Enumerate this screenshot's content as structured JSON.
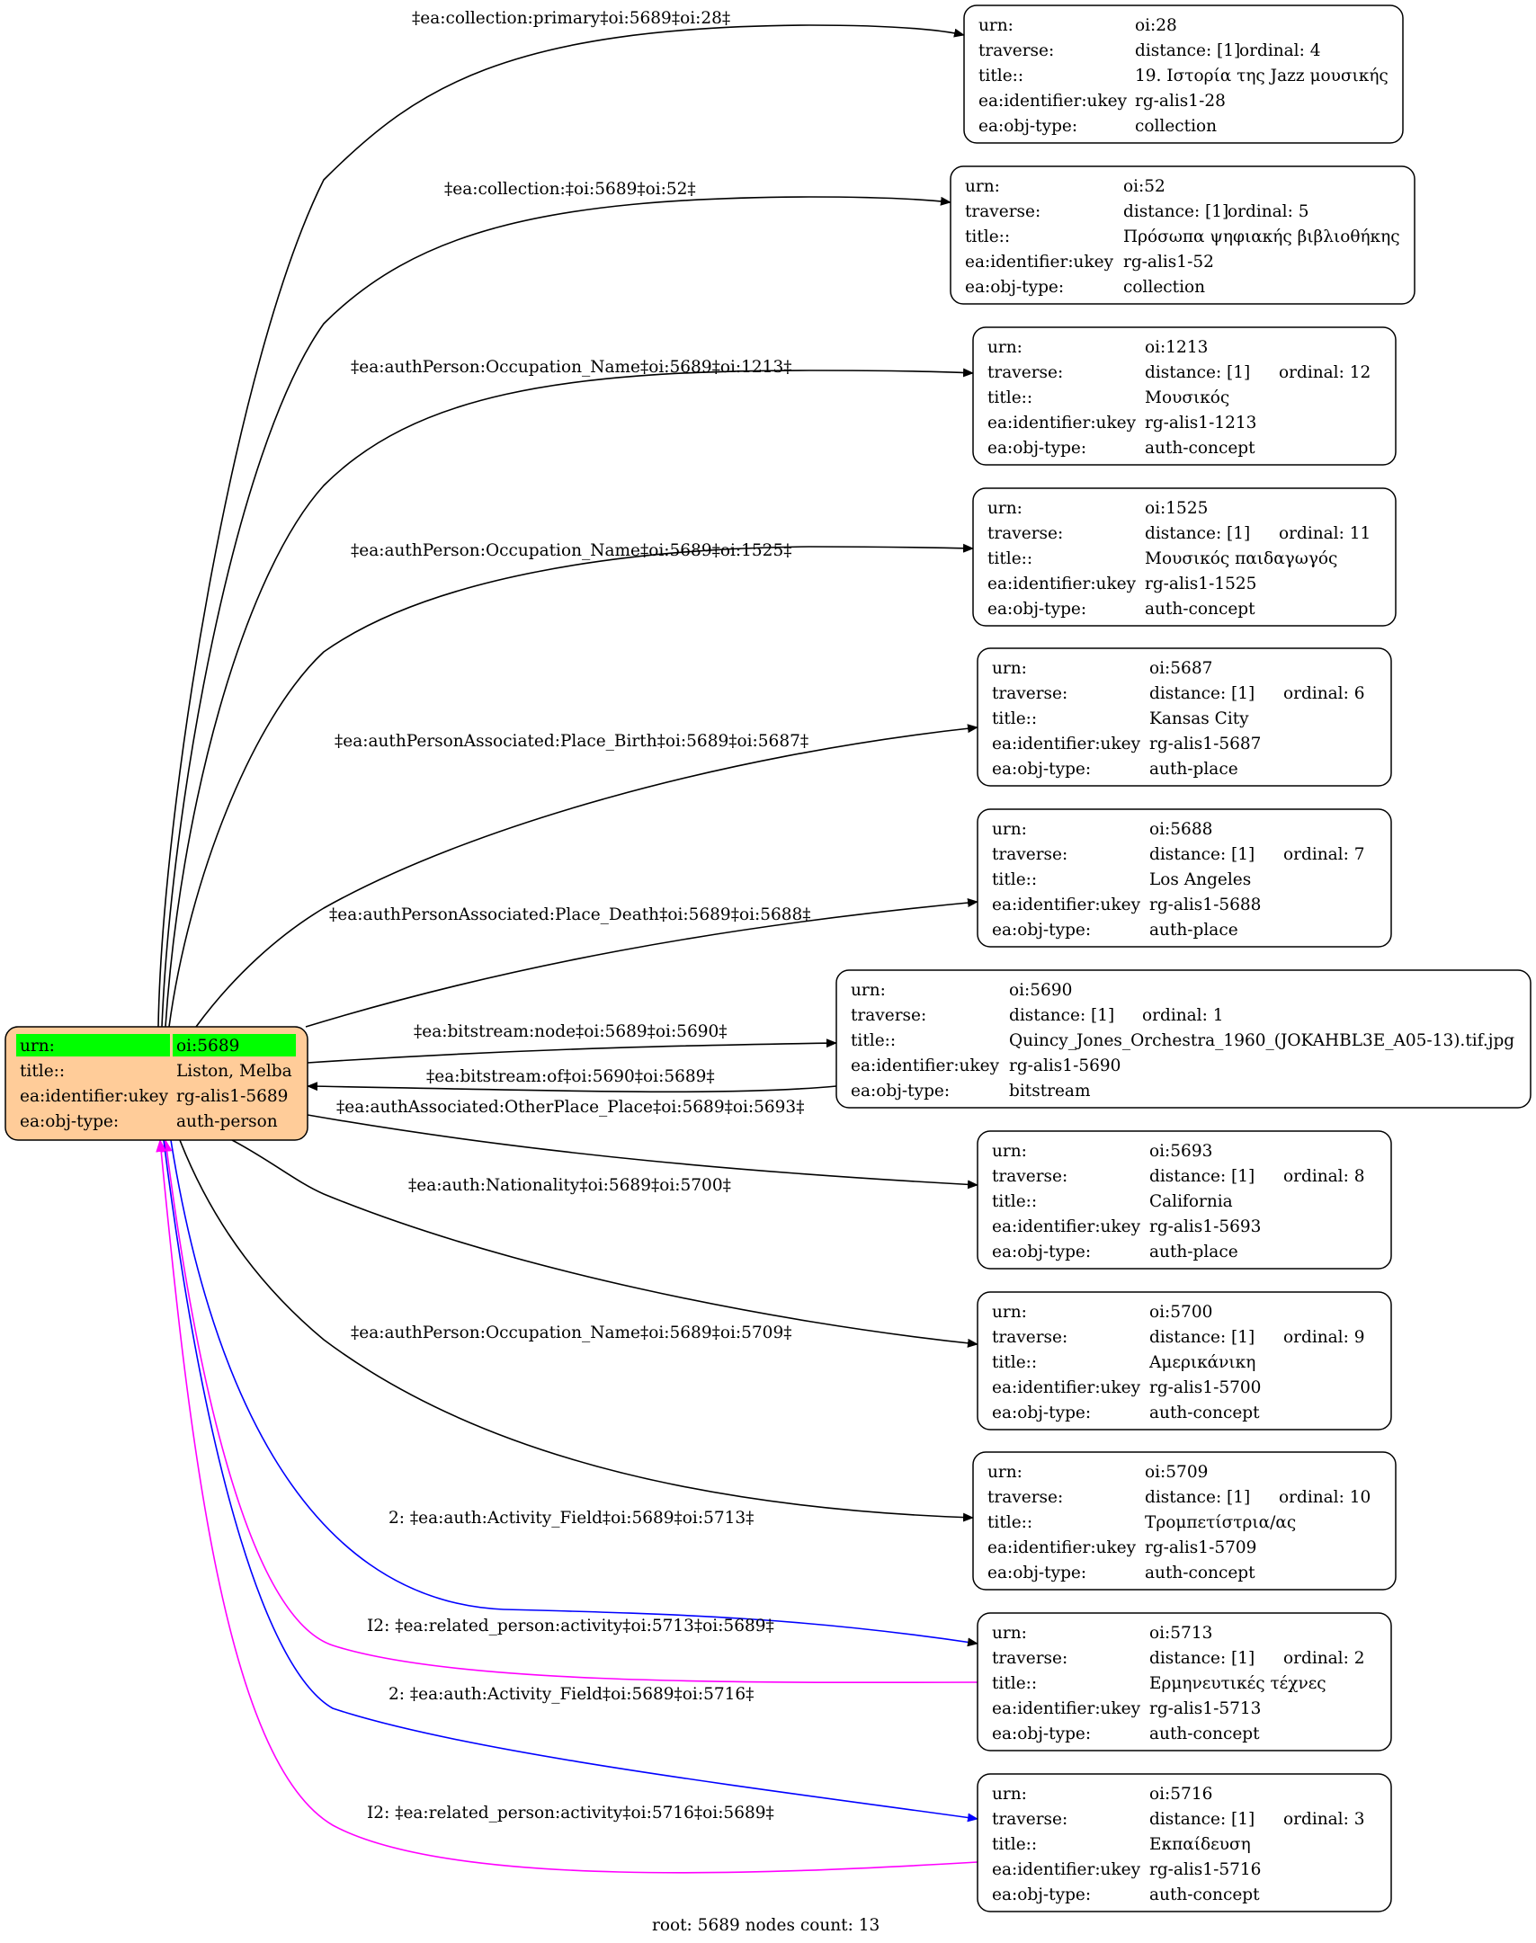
{
  "colors": {
    "root_fill": "#ffcc99",
    "root_highlight": "#00ff00",
    "edge_black": "#000000",
    "edge_blue": "#0000ff",
    "edge_magenta": "#ff00ff"
  },
  "root": {
    "rows": [
      {
        "key": "urn:",
        "value": "oi:5689"
      },
      {
        "key": "title::",
        "value": "Liston, Melba"
      },
      {
        "key": "ea:identifier:ukey",
        "value": "rg-alis1-5689"
      },
      {
        "key": "ea:obj-type:",
        "value": "auth-person"
      }
    ]
  },
  "nodes": [
    {
      "urn": "oi:28",
      "distance": "distance: [1]",
      "ordinal": "ordinal: 4",
      "title": "19. Ιστορία της Jazz μουσικής",
      "ukey": "rg-alis1-28",
      "type": "collection"
    },
    {
      "urn": "oi:52",
      "distance": "distance: [1]",
      "ordinal": "ordinal: 5",
      "title": "Πρόσωπα ψηφιακής βιβλιοθήκης",
      "ukey": "rg-alis1-52",
      "type": "collection"
    },
    {
      "urn": "oi:1213",
      "distance": "distance: [1]",
      "ordinal": "ordinal: 12",
      "title": "Μουσικός",
      "ukey": "rg-alis1-1213",
      "type": "auth-concept"
    },
    {
      "urn": "oi:1525",
      "distance": "distance: [1]",
      "ordinal": "ordinal: 11",
      "title": "Μουσικός παιδαγωγός",
      "ukey": "rg-alis1-1525",
      "type": "auth-concept"
    },
    {
      "urn": "oi:5687",
      "distance": "distance: [1]",
      "ordinal": "ordinal: 6",
      "title": "Kansas City",
      "ukey": "rg-alis1-5687",
      "type": "auth-place"
    },
    {
      "urn": "oi:5688",
      "distance": "distance: [1]",
      "ordinal": "ordinal: 7",
      "title": "Los Angeles",
      "ukey": "rg-alis1-5688",
      "type": "auth-place"
    },
    {
      "urn": "oi:5690",
      "distance": "distance: [1]",
      "ordinal": "ordinal: 1",
      "title": "Quincy_Jones_Orchestra_1960_(JOKAHBL3E_A05-13).tif.jpg",
      "ukey": "rg-alis1-5690",
      "type": "bitstream"
    },
    {
      "urn": "oi:5693",
      "distance": "distance: [1]",
      "ordinal": "ordinal: 8",
      "title": "California",
      "ukey": "rg-alis1-5693",
      "type": "auth-place"
    },
    {
      "urn": "oi:5700",
      "distance": "distance: [1]",
      "ordinal": "ordinal: 9",
      "title": "Αμερικάνικη",
      "ukey": "rg-alis1-5700",
      "type": "auth-concept"
    },
    {
      "urn": "oi:5709",
      "distance": "distance: [1]",
      "ordinal": "ordinal: 10",
      "title": "Τρομπετίστρια/ας",
      "ukey": "rg-alis1-5709",
      "type": "auth-concept"
    },
    {
      "urn": "oi:5713",
      "distance": "distance: [1]",
      "ordinal": "ordinal: 2",
      "title": "Ερμηνευτικές τέχνες",
      "ukey": "rg-alis1-5713",
      "type": "auth-concept"
    },
    {
      "urn": "oi:5716",
      "distance": "distance: [1]",
      "ordinal": "ordinal: 3",
      "title": "Εκπαίδευση",
      "ukey": "rg-alis1-5716",
      "type": "auth-concept"
    }
  ],
  "field_labels": {
    "urn": "urn:",
    "traverse": "traverse:",
    "title": "title::",
    "ukey": "ea:identifier:ukey",
    "type": "ea:obj-type:"
  },
  "edges": [
    {
      "label": "‡ea:collection:primary‡oi:5689‡oi:28‡",
      "color": "#000000"
    },
    {
      "label": "‡ea:collection:‡oi:5689‡oi:52‡",
      "color": "#000000"
    },
    {
      "label": "‡ea:authPerson:Occupation_Name‡oi:5689‡oi:1213‡",
      "color": "#000000"
    },
    {
      "label": "‡ea:authPerson:Occupation_Name‡oi:5689‡oi:1525‡",
      "color": "#000000"
    },
    {
      "label": "‡ea:authPersonAssociated:Place_Birth‡oi:5689‡oi:5687‡",
      "color": "#000000"
    },
    {
      "label": "‡ea:authPersonAssociated:Place_Death‡oi:5689‡oi:5688‡",
      "color": "#000000"
    },
    {
      "label": "‡ea:bitstream:node‡oi:5689‡oi:5690‡",
      "color": "#000000"
    },
    {
      "label": "‡ea:bitstream:of‡oi:5690‡oi:5689‡",
      "color": "#000000"
    },
    {
      "label": "‡ea:authAssociated:OtherPlace_Place‡oi:5689‡oi:5693‡",
      "color": "#000000"
    },
    {
      "label": "‡ea:auth:Nationality‡oi:5689‡oi:5700‡",
      "color": "#000000"
    },
    {
      "label": "‡ea:authPerson:Occupation_Name‡oi:5689‡oi:5709‡",
      "color": "#000000"
    },
    {
      "label": "2: ‡ea:auth:Activity_Field‡oi:5689‡oi:5713‡",
      "color": "#0000ff"
    },
    {
      "label": "I2: ‡ea:related_person:activity‡oi:5713‡oi:5689‡",
      "color": "#ff00ff"
    },
    {
      "label": "2: ‡ea:auth:Activity_Field‡oi:5689‡oi:5716‡",
      "color": "#0000ff"
    },
    {
      "label": "I2: ‡ea:related_person:activity‡oi:5716‡oi:5689‡",
      "color": "#ff00ff"
    }
  ],
  "footer": "root: 5689 nodes count: 13"
}
